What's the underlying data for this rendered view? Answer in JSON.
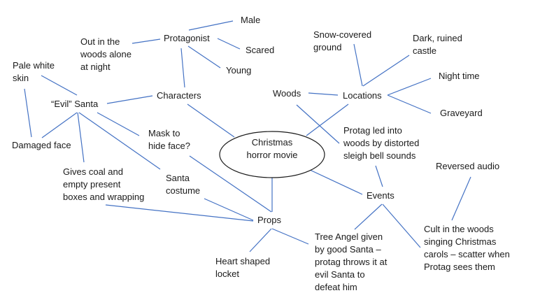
{
  "diagram": {
    "type": "mind-map",
    "line_color": "#4472C4",
    "text_color": "#1a1a1a",
    "center": {
      "label": "Christmas\nhorror movie"
    },
    "nodes": {
      "characters": "Characters",
      "protagonist": "Protagonist",
      "male": "Male",
      "scared": "Scared",
      "young": "Young",
      "out_in_woods": "Out in the\nwoods alone\nat night",
      "evil_santa": "“Evil” Santa",
      "pale_skin": "Pale white\nskin",
      "damaged_face": "Damaged face",
      "mask": "Mask to\nhide face?",
      "gives_coal": "Gives coal and\nempty present\nboxes and wrapping",
      "santa_costume": "Santa\ncostume",
      "locations": "Locations",
      "woods": "Woods",
      "snow": "Snow-covered\nground",
      "castle": "Dark, ruined\ncastle",
      "night": "Night time",
      "graveyard": "Graveyard",
      "events": "Events",
      "protag_led": "Protag led into\nwoods by distorted\nsleigh bell sounds",
      "reversed_audio": "Reversed audio",
      "cult": "Cult in the woods\nsinging Christmas\ncarols – scatter when\nProtag sees them",
      "tree_angel": "Tree Angel given\nby good Santa –\nprotag throws it at\nevil Santa to\ndefeat him",
      "props": "Props",
      "locket": "Heart shaped\nlocket"
    },
    "edges": [
      [
        "center",
        "characters"
      ],
      [
        "center",
        "locations"
      ],
      [
        "center",
        "events"
      ],
      [
        "center",
        "props"
      ],
      [
        "characters",
        "protagonist"
      ],
      [
        "characters",
        "evil_santa"
      ],
      [
        "protagonist",
        "male"
      ],
      [
        "protagonist",
        "scared"
      ],
      [
        "protagonist",
        "young"
      ],
      [
        "protagonist",
        "out_in_woods"
      ],
      [
        "evil_santa",
        "pale_skin"
      ],
      [
        "evil_santa",
        "damaged_face"
      ],
      [
        "evil_santa",
        "mask"
      ],
      [
        "evil_santa",
        "gives_coal"
      ],
      [
        "evil_santa",
        "santa_costume"
      ],
      [
        "pale_skin",
        "damaged_face"
      ],
      [
        "locations",
        "woods"
      ],
      [
        "locations",
        "snow"
      ],
      [
        "locations",
        "castle"
      ],
      [
        "locations",
        "night"
      ],
      [
        "locations",
        "graveyard"
      ],
      [
        "woods",
        "protag_led"
      ],
      [
        "protag_led",
        "events"
      ],
      [
        "events",
        "tree_angel"
      ],
      [
        "events",
        "cult"
      ],
      [
        "cult",
        "reversed_audio"
      ],
      [
        "props",
        "mask"
      ],
      [
        "props",
        "santa_costume"
      ],
      [
        "props",
        "gives_coal"
      ],
      [
        "props",
        "locket"
      ],
      [
        "props",
        "tree_angel"
      ]
    ]
  }
}
